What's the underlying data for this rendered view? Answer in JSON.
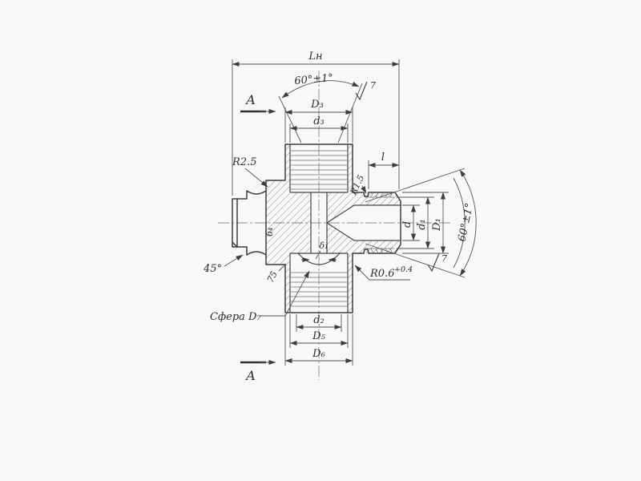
{
  "labels": {
    "overall_length": "Lн",
    "angle_top": "60°±1°",
    "angle_right": "60°±1°",
    "roughness_top": "7",
    "roughness_right": "7",
    "section_letter_top": "A",
    "section_letter_bottom": "A",
    "D3": "D₃",
    "d3": "d₃",
    "R25": "R2.5",
    "R15": "R1.5",
    "thread_length": "l",
    "d": "d",
    "d1": "d₁",
    "D1": "D₁",
    "R06": "R0.6",
    "R06_tol": "+0.4",
    "chamfer45": "45°",
    "len75": "75",
    "b4": "б₄",
    "delta1": "δ₁",
    "sphere": "Сфера D₇",
    "d2": "d₂",
    "D5": "D₅",
    "D6": "D₆"
  },
  "colors": {
    "line_main": "#3c3c3c",
    "line_thin": "#5a5a5a",
    "hatch": "#6a6a6a",
    "centerline": "#8a8a8a"
  }
}
